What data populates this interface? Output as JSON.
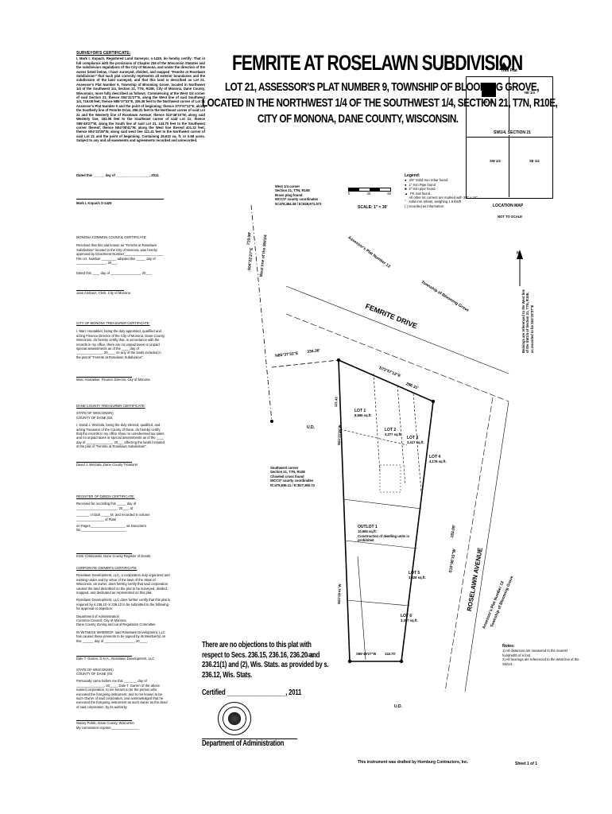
{
  "title": {
    "main": "FEMRITE AT ROSELAWN SUBDIVISION",
    "line1": "LOT 21, ASSESSOR'S PLAT NUMBER 9, TOWNSHIP OF BLOOMING GROVE,",
    "line2": "LOCATED IN THE NORTHWEST 1/4 OF THE SOUTHWEST 1/4, SECTION 21, T7N, R10E,",
    "line3": "CITY OF MONONA, DANE COUNTY, WISCONSIN."
  },
  "surveyor": {
    "heading": "SURVEYOR'S CERTIFICATE:",
    "body": "I, Mark I. Kopach, Registered Land Surveyor, s-1429, do hereby certify: That in full compliance with the provisions of Chapter 236 of the Wisconsin Statutes and the subdivision regulations of the City of Monona, and under the direction of the owner listed below, I have surveyed, divided, and mapped \"Femrite at Roselawn Subdivision\" that such plat correctly represents all exterior boundaries and the subdivision of the land surveyed, and that this land is described as Lot 21, Assessor's Plat Number 9, Township of Blooming Grove, located in Northwest 1/4 of the Southwest 1/4, Section 21, T7N, R10E, City of Monona, Dane County, Wisconsin, more fully described as follows: Commencing at the West 1/4 corner of said Section 21; thence S04°22'27\"E, along the West line of said Southwest 1/4, 719.08 feet; thence N85°37'33\"E, 336.36 feet to the Northwest corner of Lot 21 Assessor's Plat Number 9 and the point of beginning; thence S73°57'12\"E, along the Southerly line of Femrite Drive, 296.31 feet to the Northeast corner of said Lot 21 and the Westerly line of Roselawn Avenue; thence S10°46'15\"W, along said Westerly line, 183.09 feet to the Southeast corner of said Lot 21; thence S85°49'27\"W, along the South line of said Lot 21, 143.70 feet to the Southwest corner thereof; thence N04°08'41\"W, along the West line thereof 401.22 feet; thence N04°23'28\"W, along said west line 121.41 feet to the Northwest corner of said Lot 21 and the point of beginning. Containing 29,610 sq. ft. or 0.68 acres. Subject to any and all easements and agreements recorded and unrecorded.",
    "dated": "Dated this ______ day of __________________, 2011.",
    "signer": "Mark I. Kopach   S-1429"
  },
  "council": {
    "heading": "MONONA COMMON COUNCIL CERTIFICATE:",
    "body": "Resolved that this plat known as \"Femrite at Roselawn Subdivision\" located in the City of Monona, was hereby approved by Enactment Number_____________________ File I.D. Number ________ adopted this _____ day of ________________, 20___.",
    "dated": "Dated this ____ day of ________________, 20___.",
    "signer": "Joan Andrusz, Clerk, City of Monona"
  },
  "treasurer_city": {
    "heading": "CITY OF MONONA TREASURER CERTIFICATE:",
    "body": "I, Marc Houtakker, being the duly appointed, qualified and acting Finance Director of the City of Monona, Dane County, Wisconsin, do hereby certify that, in accordance with the records in my office, there are no unpaid taxes or unpaid special assessments as of the ____ day of ______________, 20____ on any of the lands included in the plat of \"Femrite at Roselawn Subdivision\".",
    "signer": "Marc Houtakker, Finance Director, City of Monona"
  },
  "treasurer_county": {
    "heading": "DANE COUNTY TREASURER CERTIFICATE:",
    "state": "STATE OF WISCONSIN)",
    "county": "COUNTY OF DANE    )SS",
    "body": "I, David J. Worzala, being the duly elected, qualified, and acting Treasurer of the County of Dane, do hereby certify that the records in my office show no unredeemed tax sales and no unpaid taxes or special assessments as of the ____ day of ______________, 20___ affecting the lands included in the plat of \"Femrite at Roselawn Subdivision\".",
    "signer": "David J. Worzala, Dane County Treasurer"
  },
  "register": {
    "heading": "REGISTER OF DEEDS CERTIFICATE:",
    "body1": "Received for recording this _____ day of ______________________, 20___, at",
    "body2": "_______ o'clock _____M. and recorded in volume _______________ of Plats",
    "body3": "on Pages___________________ as Document No.________________________.",
    "signer": "Kristi Chlebowski, Dane County Register of Deeds"
  },
  "corporate": {
    "heading": "CORPORATE OWNER'S CERTIFICATE:",
    "body1": "Roselawn Development, LLC, a corporation duly organized and existing under and by virtue of the laws of the State of Wisconsin, as owner, does hereby certify that said corporation caused the land described on the plat to be surveyed, divided, mapped, and dedicated as represented on this plat.",
    "body2": "Roselawn Development, LLC does further certify that this plat is required by s.236.10 or 236.12 to be submitted to the following for approval or objection:",
    "agencies": "Department of Administration\nCommon Council, City of Monona\nDane County Zoning and Land Regulation Committee",
    "witness": "IN WITNESS WHEREOF, said Roselawn Development, LLC has caused these presents to be signed by its Member(s) on this ______ day of ________________, 20____.",
    "signer": "Dale T. Garren, D.N.A., Roselawn Development, LLC",
    "state": "STATE OF WISCONSIN)",
    "county": "COUNTY OF DANE    )SS",
    "personal": "Personally came before me this _______ day of _______________, 20____, Dale T. Garren of the above named corporation, to me known to be the person who executed the foregoing instrument, and to me known to be such Owner of said corporation, and acknowledged that he executed the foregoing instrument as such owner as the deed of said corporation, by its authority.",
    "notary1": "Notary Public, Dane County, Wisconsin",
    "notary2": "My commission expires_______________"
  },
  "notice": {
    "text": "There are no objections to this plat with respect to Secs. 236.15, 236.16, 236.20 and 236.21(1) and (2), Wis. Stats. as provided by s. 236.12, Wis. Stats.",
    "certified": "Certified __________________, 2011",
    "dept": "Department of Administration"
  },
  "location_map": {
    "this_plat": "This Plat",
    "nw": "NW 1/4",
    "ne": "NE 1/4",
    "section": "SW1/4, SECTION 21",
    "sw": "SW 1/4",
    "se": "SE 1/4",
    "title": "LOCATION MAP",
    "scale": "NOT TO SCALE"
  },
  "legend": {
    "title": "Legend:",
    "items": [
      "3/4\" Solid Iron rebar found",
      "1\" Iron Pipe found",
      "2\" Iron pipe found",
      "PK nail found",
      "All other lot corners are marked with 3/4\" x 24\" solid iron rebars, weighing 1.5 lbs/ft",
      "( )    recorded as information"
    ]
  },
  "scale": {
    "label": "SCALE: 1\" = 30'",
    "ticks": [
      "0",
      "30",
      "60"
    ]
  },
  "plat": {
    "west_corner": "West 1/4 corner\nSection 21, T7N, R10E\nBrass plug found\nWCCS* county coordinates\nN=478,484.38 / E=828,971.573",
    "sw_corner": "Southwest corner\nSection 21, T7N, R10E\nChiseled cross found\nWCCS* county coordinates\nN=475,836.11 / E=827,360.74",
    "west_line": "S04°22'27\"E",
    "west_line_label": "West line of the SW1/4",
    "west_dist": "719.08'",
    "north_bearing": "N85°37'33\"E",
    "north_dist": "336.36'",
    "femrite": "FEMRITE DRIVE",
    "femrite_bearing": "S73°57'12\"E",
    "femrite_dist": "296.31'",
    "roselawn": "ROSELAWN AVENUE",
    "roselawn_bearing": "S10°46'15\"W",
    "roselawn_dist": "183.09'",
    "south_bearing": "S85°49'27\"W",
    "south_dist": "143.70'",
    "west_bearing": "N04°08'41\"W",
    "west_bearing2": "N04°23'28\"W",
    "west_dist2": "121.41'",
    "assessor_top": "Assessor's Plat Number 13",
    "assessor_top2": "Township of Blooming Grove",
    "assessor_right": "Assessor's Plat Number 13",
    "assessor_right2": "Township of Blooming Grove",
    "bearing_note": "Bearings are referenced to the West line of the SW1/4 of Section 21, T7N, R10E, as recorded to be S04°22'27\"E",
    "lots": [
      {
        "name": "LOT 1",
        "area": "8,865 sq.ft."
      },
      {
        "name": "LOT 2",
        "area": "3,377 sq.ft."
      },
      {
        "name": "LOT 3",
        "area": "3,417 sq.ft."
      },
      {
        "name": "LOT 4",
        "area": "4,178 sq.ft."
      },
      {
        "name": "LOT 5",
        "area": "3,326 sq.ft."
      },
      {
        "name": "LOT 6",
        "area": "3,397 sq.ft."
      }
    ],
    "outlot": "OUTLOT 1",
    "outlot_area": "10,565 sq.ft.",
    "outlot_note": "Construction of dwelling units is prohibited",
    "lot_north": "N",
    "ud": "U.D."
  },
  "notes": {
    "title": "Notes:",
    "items": [
      "1) All distances are measured to the nearest hundredth of a foot.",
      "2) All bearings are referenced to the West line of the SW1/4."
    ]
  },
  "footer": {
    "drafted": "This instrument was drafted by Hornburg Contractors, Inc.",
    "sheet": "Sheet 1 of 1"
  }
}
